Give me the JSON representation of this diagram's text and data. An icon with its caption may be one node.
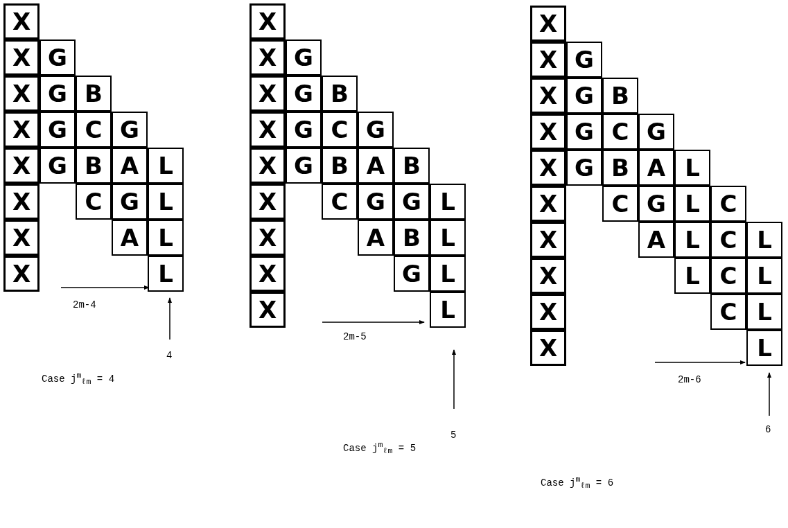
{
  "diagram": {
    "labels": [
      "X",
      "X",
      "G",
      "X",
      "G",
      "B",
      "X",
      "G",
      "C",
      "G",
      "X",
      "G",
      "B",
      "A",
      "L",
      "X",
      "C",
      "G",
      "L",
      "X",
      "A",
      "L",
      "X",
      "L",
      "2m-4",
      "4",
      "Case j$^{m}$$_{ℓ}$$_{m}$ = 4",
      "X",
      "X",
      "G",
      "X",
      "G",
      "B",
      "X",
      "G",
      "C",
      "G",
      "X",
      "G",
      "B",
      "A",
      "B",
      "X",
      "C",
      "G",
      "G",
      "L",
      "X",
      "A",
      "B",
      "L",
      "X",
      "G",
      "L",
      "X",
      "L",
      "2m-5",
      "5",
      "Case j$^{m}$$_{ℓ}$$_{m}$ = 5",
      "X",
      "X",
      "G",
      "X",
      "G",
      "B",
      "X",
      "G",
      "C",
      "G",
      "X",
      "G",
      "B",
      "A",
      "L",
      "X",
      "C",
      "G",
      "L",
      "C",
      "X",
      "A",
      "L",
      "C",
      "L",
      "X",
      "L",
      "C",
      "L",
      "X",
      "C",
      "L",
      "X",
      "L",
      "2m-6",
      "6",
      "Case j$^{m}$$_{ℓ}$$_{m}$ = 6"
    ]
  }
}
